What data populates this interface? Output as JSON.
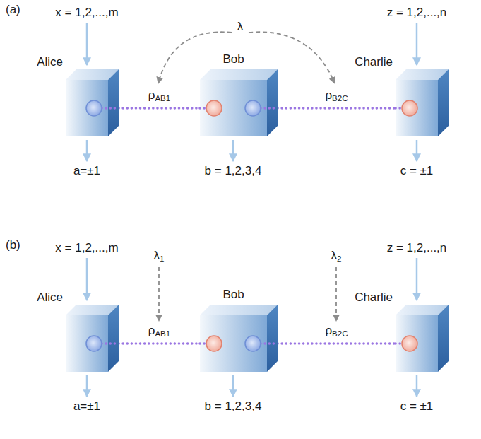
{
  "diagram": {
    "nodes": [
      {
        "text": [
          "Alice"
        ]
      },
      {
        "text": [
          "Bob"
        ]
      },
      {
        "text": [
          "Charlie"
        ]
      },
      {
        "text": [
          "Alice"
        ]
      },
      {
        "text": [
          "Bob"
        ]
      },
      {
        "text": [
          "Charlie"
        ]
      }
    ],
    "edges": [
      {
        "from": 0,
        "to": 1,
        "arrow": "none",
        "label": "ρAB1"
      },
      {
        "from": 1,
        "to": 2,
        "arrow": "none",
        "label": "ρB2C"
      },
      {
        "from": 3,
        "to": 4,
        "arrow": "none",
        "label": "ρAB1"
      },
      {
        "from": 4,
        "to": 5,
        "arrow": "none",
        "label": "ρB2C"
      }
    ],
    "labels": [
      "(a)",
      "x = 1,2,...,m",
      "z = 1,2,...,n",
      "λ",
      "a=±1",
      "b = 1,2,3,4",
      "c = ±1",
      "(b)",
      "x = 1,2,...,m",
      "z = 1,2,...,n",
      "λ1",
      "λ2",
      "a=±1",
      "b = 1,2,3,4",
      "c = ±1"
    ]
  }
}
